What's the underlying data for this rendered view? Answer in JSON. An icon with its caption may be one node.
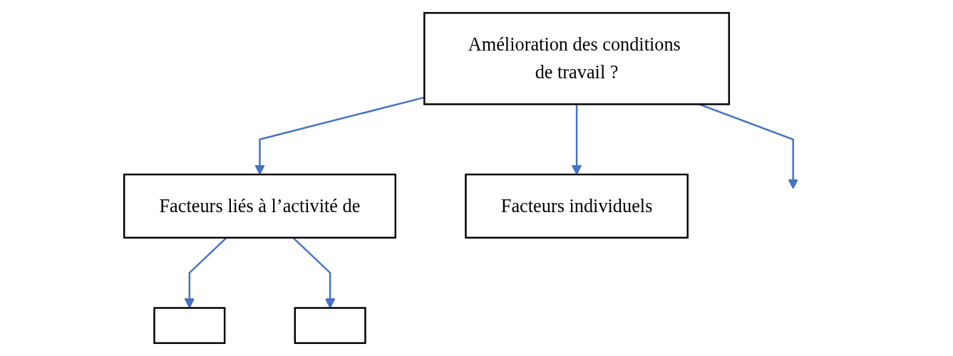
{
  "diagram": {
    "nodes": [
      {
        "text": [
          "Amélioration des conditions de travail ?"
        ]
      },
      {
        "text": [
          "Facteurs liés à l’activité de"
        ]
      },
      {
        "text": [
          "Facteurs individuels"
        ]
      },
      {
        "text": [],
        "shape": "box"
      },
      {
        "text": [],
        "shape": "box"
      }
    ],
    "edges": [
      {
        "from": 0,
        "to": 1,
        "arrow": "to"
      },
      {
        "from": 0,
        "to": null,
        "arrow": "to"
      },
      {
        "from": 0,
        "to": 2,
        "arrow": "to"
      },
      {
        "from": 1,
        "to": 3,
        "arrow": "to"
      },
      {
        "from": 1,
        "to": 4,
        "arrow": "to"
      }
    ]
  }
}
